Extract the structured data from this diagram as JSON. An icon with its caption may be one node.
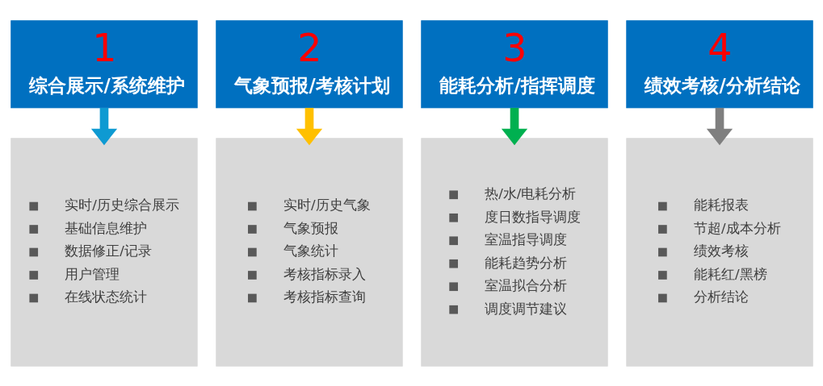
{
  "diagram": {
    "nodes": [
      {
        "text": [
          "1",
          "综合展示/系统维护"
        ]
      },
      {
        "text": [
          "实时/历史综合展示",
          "基础信息维护",
          "数据修正/记录",
          "用户管理",
          "在线状态统计"
        ]
      },
      {
        "text": [
          "2",
          "气象预报/考核计划"
        ]
      },
      {
        "text": [
          "实时/历史气象",
          "气象预报",
          "气象统计",
          "考核指标录入",
          "考核指标查询"
        ]
      },
      {
        "text": [
          "3",
          "能耗分析/指挥调度"
        ]
      },
      {
        "text": [
          "热/水/电耗分析",
          "度日数指导调度",
          "室温指导调度",
          "能耗趋势分析",
          "室温拟合分析",
          "调度调节建议"
        ]
      },
      {
        "text": [
          "4",
          "绩效考核/分析结论"
        ]
      },
      {
        "text": [
          "能耗报表",
          "节超/成本分析",
          "绩效考核",
          "能耗红/黑榜",
          "分析结论"
        ]
      }
    ],
    "edges": [
      {
        "from": 0,
        "to": 1,
        "arrow": "to",
        "color": "#0e9ad2"
      },
      {
        "from": 2,
        "to": 3,
        "arrow": "to",
        "color": "#ffc000"
      },
      {
        "from": 4,
        "to": 5,
        "arrow": "to",
        "color": "#00b050"
      },
      {
        "from": 6,
        "to": 7,
        "arrow": "to",
        "color": "#7f7f7f"
      }
    ]
  }
}
